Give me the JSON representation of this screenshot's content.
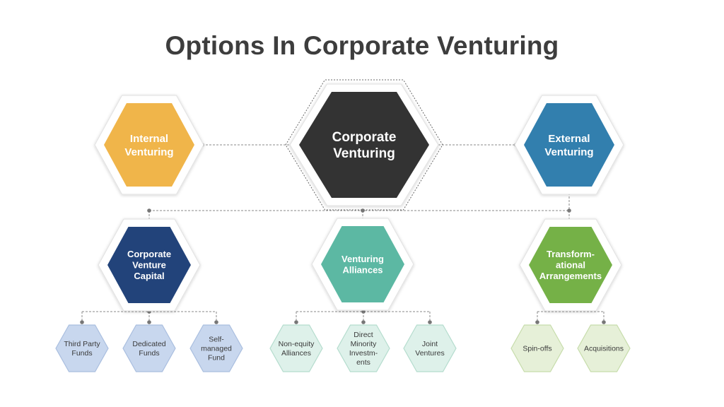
{
  "title": "Options In Corporate Venturing",
  "colors": {
    "title": "#3d3d3d",
    "core": "#333333",
    "internal": "#f0b54a",
    "external": "#327fae",
    "cvc": "#22437a",
    "alliances": "#5cb8a3",
    "transform": "#75b147",
    "leaf_blue": "#c8d7ee",
    "leaf_teal": "#def1ea",
    "leaf_green": "#e6f0d8",
    "connector": "#8a8a8a"
  },
  "nodes": {
    "core": {
      "lines": [
        "Corporate",
        "Venturing"
      ]
    },
    "internal": {
      "lines": [
        "Internal",
        "Venturing"
      ]
    },
    "external": {
      "lines": [
        "External",
        "Venturing"
      ]
    },
    "cvc": {
      "lines": [
        "Corporate",
        "Venture",
        "Capital"
      ]
    },
    "alliances": {
      "lines": [
        "Venturing",
        "Alliances"
      ]
    },
    "transform": {
      "lines": [
        "Transform-",
        "ational",
        "Arrangements"
      ]
    },
    "leaf_third_party": {
      "lines": [
        "Third Party",
        "Funds"
      ]
    },
    "leaf_dedicated": {
      "lines": [
        "Dedicated",
        "Funds"
      ]
    },
    "leaf_self_managed": {
      "lines": [
        "Self-",
        "managed",
        "Fund"
      ]
    },
    "leaf_non_equity": {
      "lines": [
        "Non-equity",
        "Alliances"
      ]
    },
    "leaf_direct_minority": {
      "lines": [
        "Direct",
        "Minority",
        "Investm-",
        "ents"
      ]
    },
    "leaf_joint": {
      "lines": [
        "Joint",
        "Ventures"
      ]
    },
    "leaf_spin_offs": {
      "lines": [
        "Spin-offs"
      ]
    },
    "leaf_acquisitions": {
      "lines": [
        "Acquisitions"
      ]
    }
  }
}
